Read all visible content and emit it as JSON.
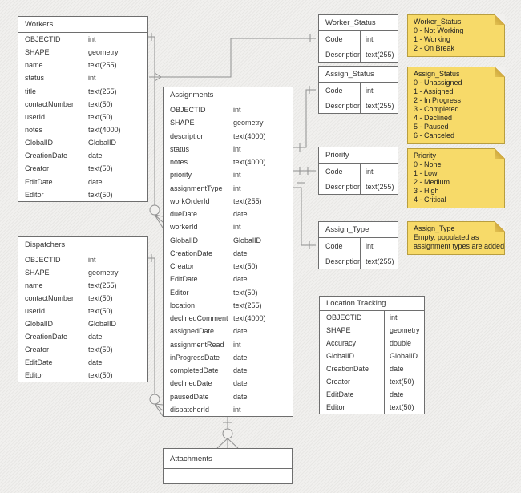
{
  "diagram_type": "entity-relationship-schema",
  "tables": [
    {
      "id": "workers",
      "name": "Workers",
      "fields": [
        [
          "OBJECTID",
          "int"
        ],
        [
          "SHAPE",
          "geometry"
        ],
        [
          "name",
          "text(255)"
        ],
        [
          "status",
          "int"
        ],
        [
          "title",
          "text(255)"
        ],
        [
          "contactNumber",
          "text(50)"
        ],
        [
          "userId",
          "text(50)"
        ],
        [
          "notes",
          "text(4000)"
        ],
        [
          "GlobalID",
          "GlobalID"
        ],
        [
          "CreationDate",
          "date"
        ],
        [
          "Creator",
          "text(50)"
        ],
        [
          "EditDate",
          "date"
        ],
        [
          "Editor",
          "text(50)"
        ]
      ]
    },
    {
      "id": "dispatchers",
      "name": "Dispatchers",
      "fields": [
        [
          "OBJECTID",
          "int"
        ],
        [
          "SHAPE",
          "geometry"
        ],
        [
          "name",
          "text(255)"
        ],
        [
          "contactNumber",
          "text(50)"
        ],
        [
          "userId",
          "text(50)"
        ],
        [
          "GlobalID",
          "GlobalID"
        ],
        [
          "CreationDate",
          "date"
        ],
        [
          "Creator",
          "text(50)"
        ],
        [
          "EditDate",
          "date"
        ],
        [
          "Editor",
          "text(50)"
        ]
      ]
    },
    {
      "id": "assignments",
      "name": "Assignments",
      "fields": [
        [
          "OBJECTID",
          "int"
        ],
        [
          "SHAPE",
          "geometry"
        ],
        [
          "description",
          "text(4000)"
        ],
        [
          "status",
          "int"
        ],
        [
          "notes",
          "text(4000)"
        ],
        [
          "priority",
          "int"
        ],
        [
          "assignmentType",
          "int"
        ],
        [
          "workOrderId",
          "text(255)"
        ],
        [
          "dueDate",
          "date"
        ],
        [
          "workerId",
          "int"
        ],
        [
          "GlobalID",
          "GlobalID"
        ],
        [
          "CreationDate",
          "date"
        ],
        [
          "Creator",
          "text(50)"
        ],
        [
          "EditDate",
          "date"
        ],
        [
          "Editor",
          "text(50)"
        ],
        [
          "location",
          "text(255)"
        ],
        [
          "declinedComment",
          "text(4000)"
        ],
        [
          "assignedDate",
          "date"
        ],
        [
          "assignmentRead",
          "int"
        ],
        [
          "inProgressDate",
          "date"
        ],
        [
          "completedDate",
          "date"
        ],
        [
          "declinedDate",
          "date"
        ],
        [
          "pausedDate",
          "date"
        ],
        [
          "dispatcherId",
          "int"
        ]
      ]
    },
    {
      "id": "worker_status",
      "name": "Worker_Status",
      "fields": [
        [
          "Code",
          "int"
        ],
        [
          "Description",
          "text(255)"
        ]
      ]
    },
    {
      "id": "assign_status",
      "name": "Assign_Status",
      "fields": [
        [
          "Code",
          "int"
        ],
        [
          "Description",
          "text(255)"
        ]
      ]
    },
    {
      "id": "priority",
      "name": "Priority",
      "fields": [
        [
          "Code",
          "int"
        ],
        [
          "Description",
          "text(255)"
        ]
      ]
    },
    {
      "id": "assign_type",
      "name": "Assign_Type",
      "fields": [
        [
          "Code",
          "int"
        ],
        [
          "Description",
          "text(255)"
        ]
      ]
    },
    {
      "id": "location_tracking",
      "name": "Location Tracking",
      "fields": [
        [
          "OBJECTID",
          "int"
        ],
        [
          "SHAPE",
          "geometry"
        ],
        [
          "Accuracy",
          "double"
        ],
        [
          "GlobalID",
          "GlobalID"
        ],
        [
          "CreationDate",
          "date"
        ],
        [
          "Creator",
          "text(50)"
        ],
        [
          "EditDate",
          "date"
        ],
        [
          "Editor",
          "text(50)"
        ]
      ]
    },
    {
      "id": "attachments",
      "name": "Attachments",
      "fields": []
    }
  ],
  "notes": [
    {
      "id": "worker-status",
      "lines": [
        "Worker_Status",
        "0 - Not Working",
        "1 - Working",
        "2 - On Break"
      ]
    },
    {
      "id": "assign-status",
      "lines": [
        "Assign_Status",
        "0 - Unassigned",
        "1 - Assigned",
        "2 - In Progress",
        "3 - Completed",
        "4 - Declined",
        "5 - Paused",
        "6 - Canceled"
      ]
    },
    {
      "id": "priority",
      "lines": [
        "Priority",
        "0 - None",
        "1 - Low",
        "2 - Medium",
        "3 - High",
        "4 - Critical"
      ]
    },
    {
      "id": "assign-type",
      "lines": [
        "Assign_Type",
        "Empty, populated as",
        "assignment types are added"
      ]
    }
  ],
  "relationships": [
    {
      "from": "Worker_Status.Code",
      "to": "Workers.status",
      "from_marker": "one",
      "to_marker": "arrow"
    },
    {
      "from": "Workers.OBJECTID",
      "to": "Assignments.workerId",
      "from_marker": "one",
      "to_marker": "zero-or-many"
    },
    {
      "from": "Assign_Status.Code",
      "to": "Assignments.status",
      "from_marker": "one",
      "to_marker": "one"
    },
    {
      "from": "Priority.Code",
      "to": "Assignments.priority",
      "from_marker": "one",
      "to_marker": "one"
    },
    {
      "from": "Assign_Type.Code",
      "to": "Assignments.assignmentType",
      "from_marker": "one",
      "to_marker": "one"
    },
    {
      "from": "Dispatchers.OBJECTID",
      "to": "Assignments.dispatcherId",
      "from_marker": "one",
      "to_marker": "zero-or-many"
    },
    {
      "from": "Assignments",
      "to": "Attachments",
      "from_marker": "one",
      "to_marker": "zero-or-many"
    }
  ],
  "colors": {
    "canvas_bg": "#f1f0ee",
    "table_fill": "#ffffff",
    "table_border": "#6e6e6e",
    "wire": "#909090",
    "text": "#333333",
    "note_fill": "#f7da69",
    "note_border": "#b89e3f",
    "note_fold": "#cfa93f"
  }
}
